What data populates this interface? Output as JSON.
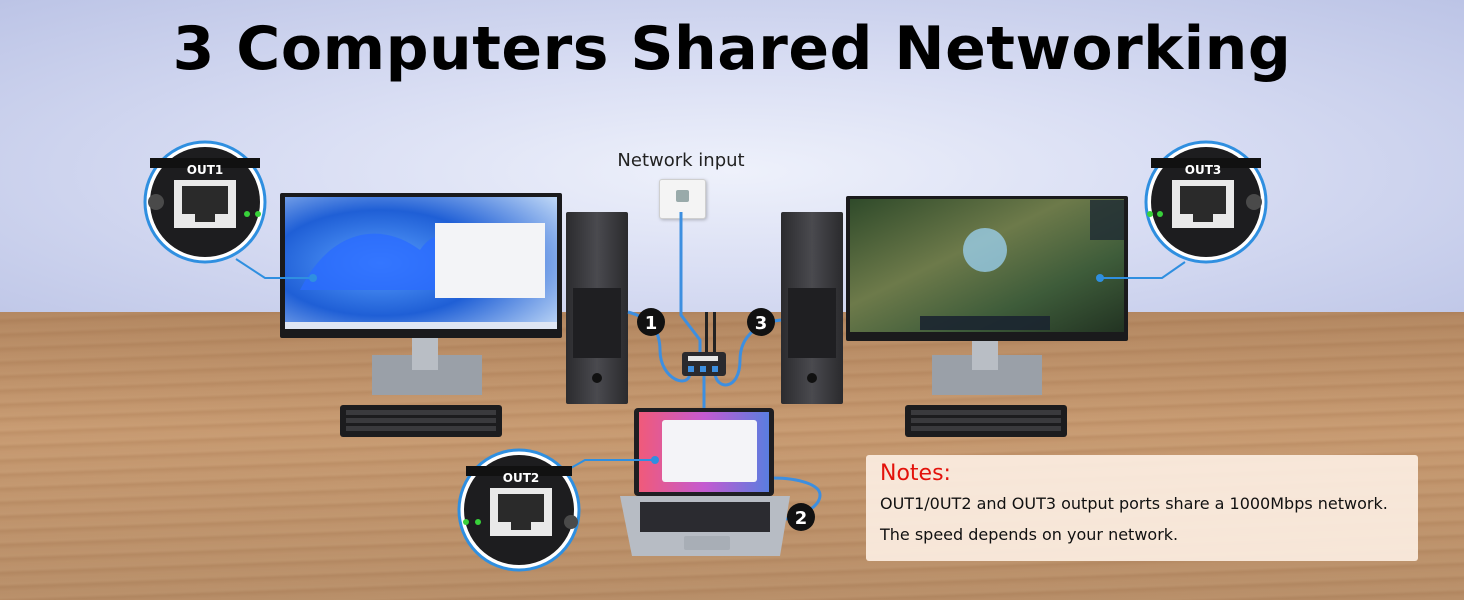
{
  "title": "3 Computers Shared Networking",
  "network_input_label": "Network input",
  "ports": [
    {
      "label": "OUT1"
    },
    {
      "label": "OUT2"
    },
    {
      "label": "OUT3"
    }
  ],
  "port_numbers": [
    "1",
    "2",
    "3"
  ],
  "notes": {
    "title": "Notes:",
    "line1": "OUT1/0UT2 and OUT3 output ports share a 1000Mbps network.",
    "line2": "The speed depends on your network."
  },
  "colors": {
    "cable": "#3d8fe0",
    "callout_ring": "#2f8fe0",
    "notes_title": "#e3120b",
    "led": "#38d13a"
  },
  "icons": [
    "rj45-port-icon",
    "screw-icon",
    "network-switch-icon",
    "desktop-monitor-icon",
    "laptop-icon",
    "pc-tower-icon",
    "keyboard-icon"
  ]
}
